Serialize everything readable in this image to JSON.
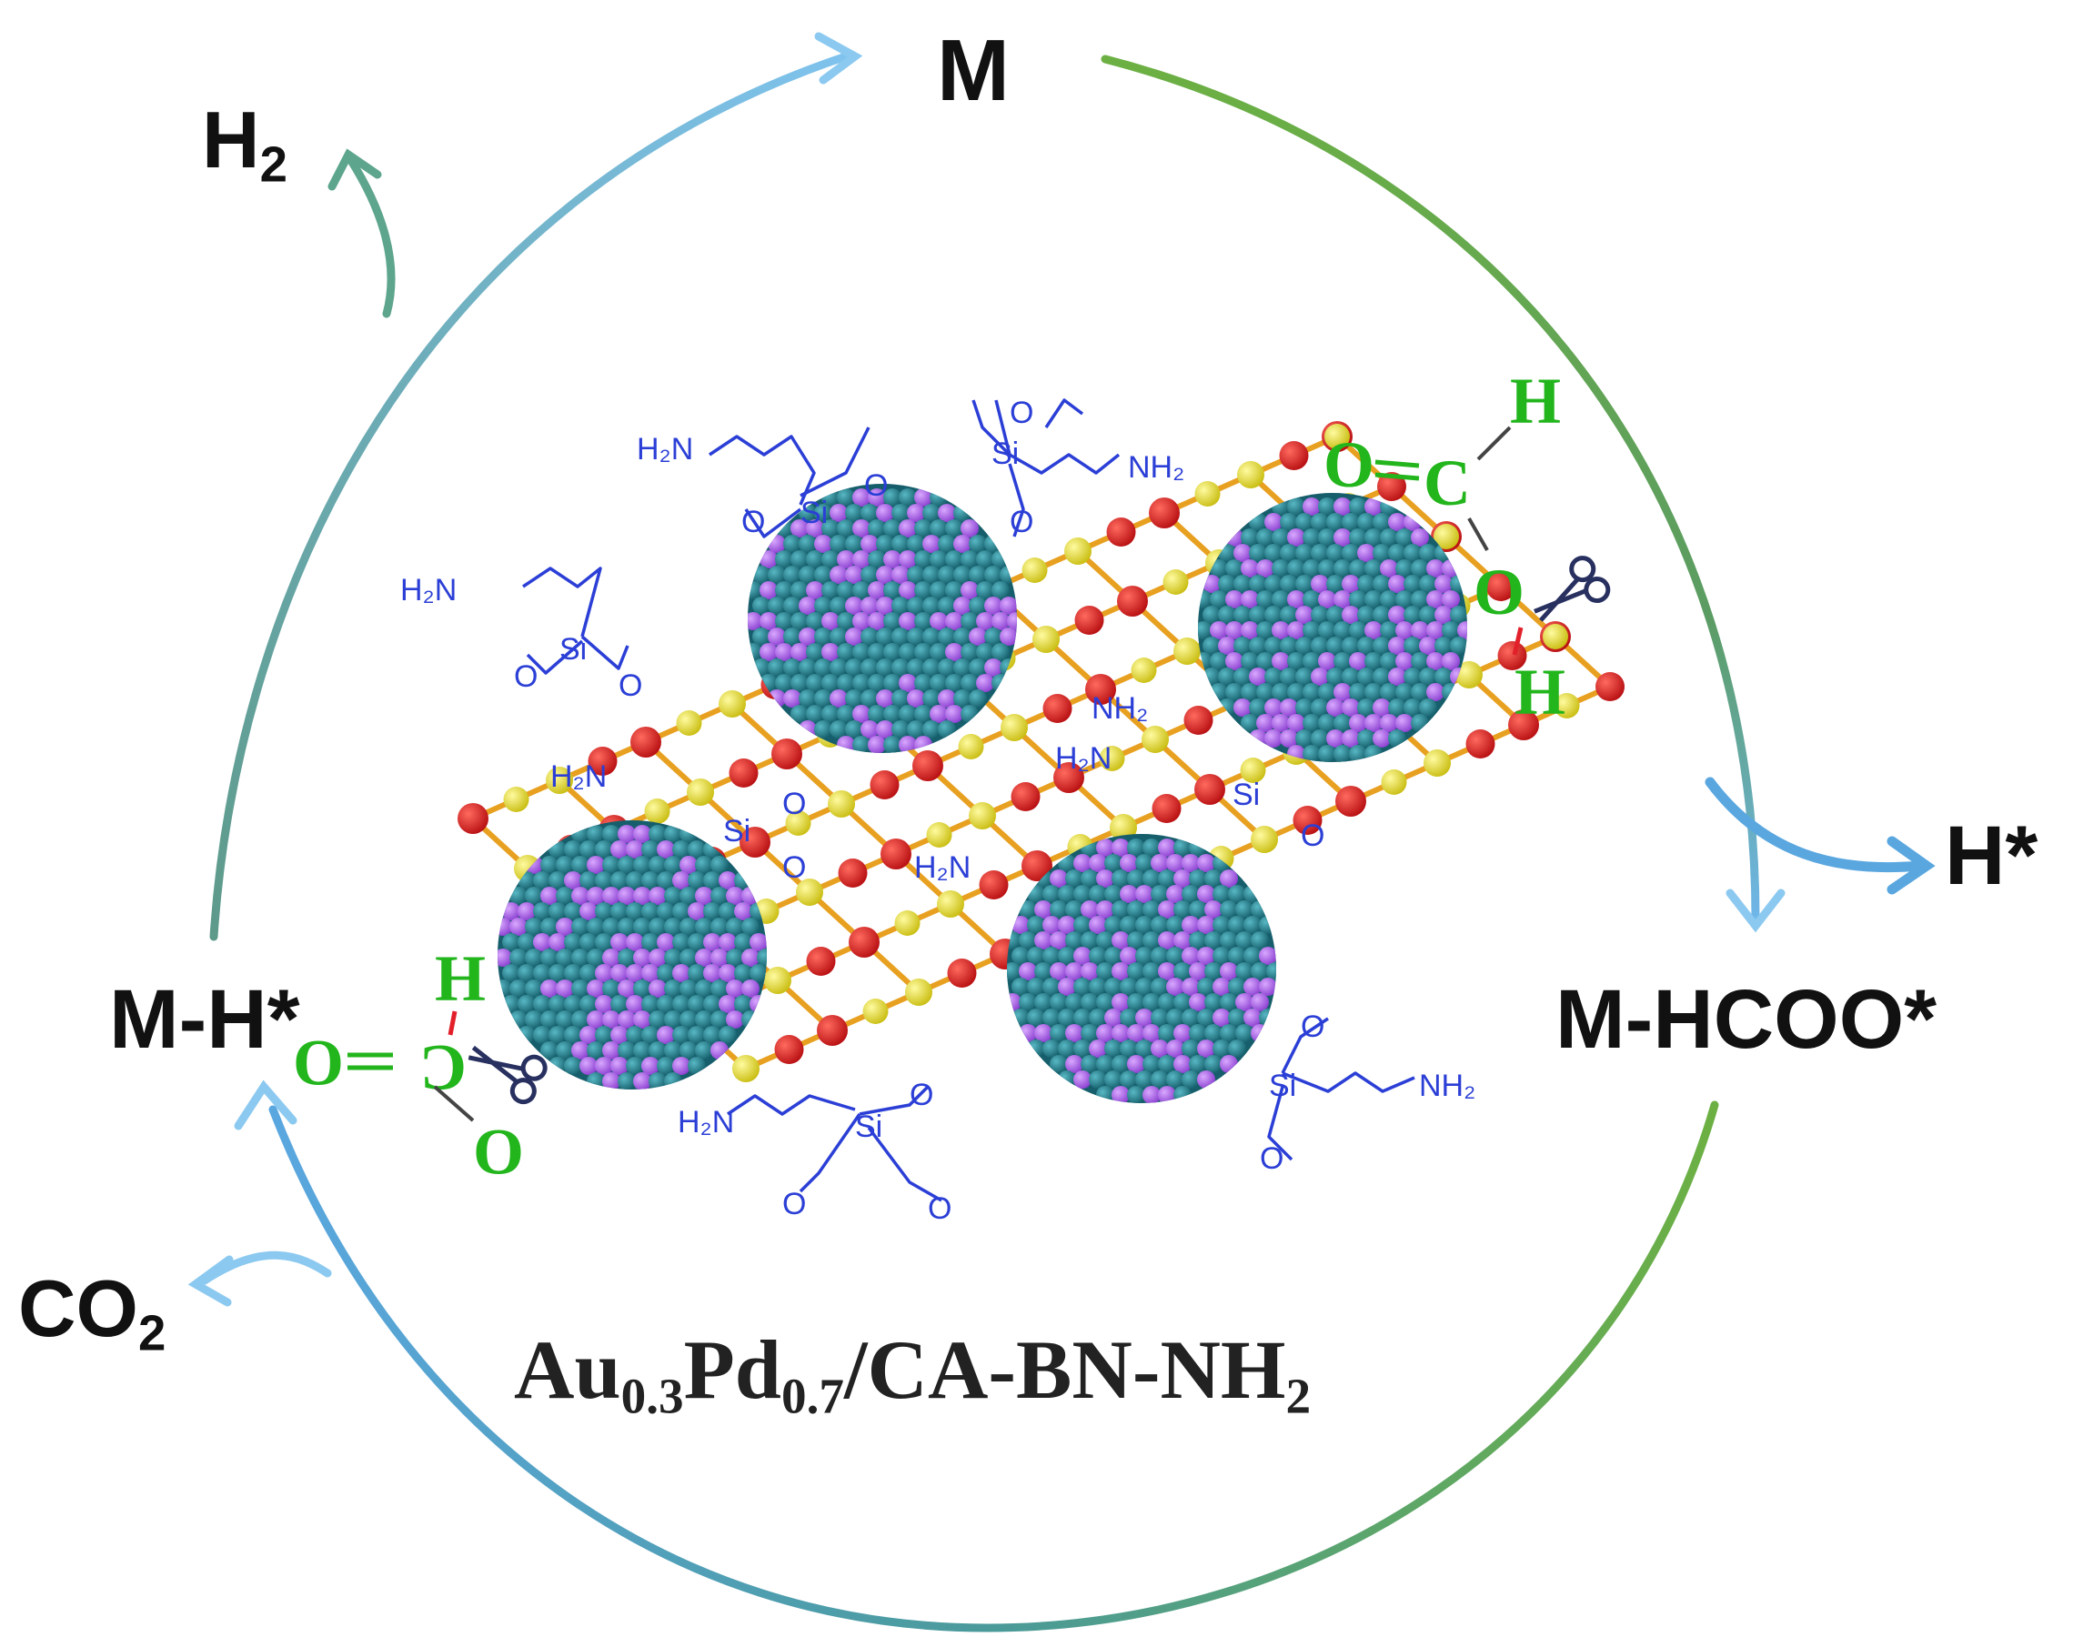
{
  "cycle": {
    "state_top": "M",
    "state_right": "M-HCOO*",
    "state_left": "M-H*",
    "release_h2": {
      "main": "H",
      "sub": "2"
    },
    "release_co2": {
      "main": "CO",
      "sub": "2"
    },
    "release_hstar": "H*"
  },
  "catalyst_label": {
    "p1": "Au",
    "s1": "0.3",
    "p2": "Pd",
    "s2": "0.7",
    "p3": "/CA-BN-NH",
    "s3": "2"
  },
  "formate_top": {
    "o1": "O",
    "c": "C",
    "h1": "H",
    "o2": "O",
    "h2": "H"
  },
  "formate_left": {
    "h": "H",
    "c": "C",
    "o1": "O",
    "o2": "O"
  },
  "ligand_text": {
    "h2n": "H₂N",
    "nh2": "NH₂",
    "si": "Si",
    "o": "O"
  },
  "colors": {
    "cycle_green": "#6cb043",
    "cycle_blue": "#5aa7e0",
    "cycle_teal": "#3e9aa0",
    "ligand_blue": "#2b3fd6",
    "formate_green": "#22b51c",
    "bond_red": "#e2202a",
    "particle_teal": "#1f7f8c",
    "particle_purple": "#a05ad8",
    "lattice_red": "#d0181c",
    "lattice_yellow": "#e8de24"
  },
  "icons": [
    "scissors-icon",
    "nanoparticle",
    "bn-lattice",
    "aminosilane-ligand"
  ]
}
